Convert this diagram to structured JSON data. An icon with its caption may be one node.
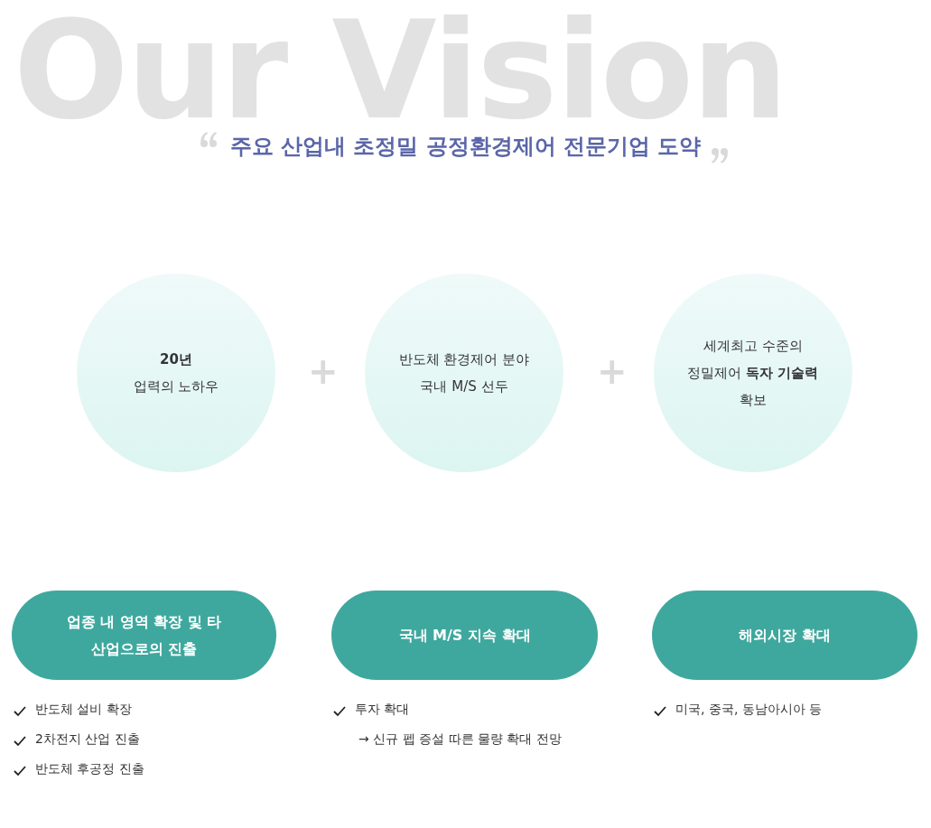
{
  "diagram": {
    "title": "Our Vision",
    "nodes": [
      {
        "text": [
          "20년",
          "업력의 노하우"
        ]
      },
      {
        "text": [
          "반도체 환경제어 분야 국내 M/S 선두"
        ]
      },
      {
        "text": [
          "세계최고 수준의 정밀제어 **독자 기술력** 확보"
        ]
      },
      {
        "text": [
          "업종 내 영역 확장 및 타 산업으로의 진출"
        ],
        "beside": [
          "반도체 설비 확장",
          "2차전지 산업 진출",
          "반도체 후공정 진출"
        ]
      },
      {
        "text": [
          "국내 M/S 지속 확대"
        ],
        "beside": [
          "투자 확대",
          "→ 신규 펩 증설 따른 물량 확대 전망"
        ]
      },
      {
        "text": [
          "해외시장 확대"
        ],
        "beside": [
          "미국, 중국, 동남아시아 등"
        ]
      }
    ],
    "labels": [
      "주요 산업내 초정밀 공정환경제어 전문기업 도약",
      "+",
      "+"
    ]
  }
}
